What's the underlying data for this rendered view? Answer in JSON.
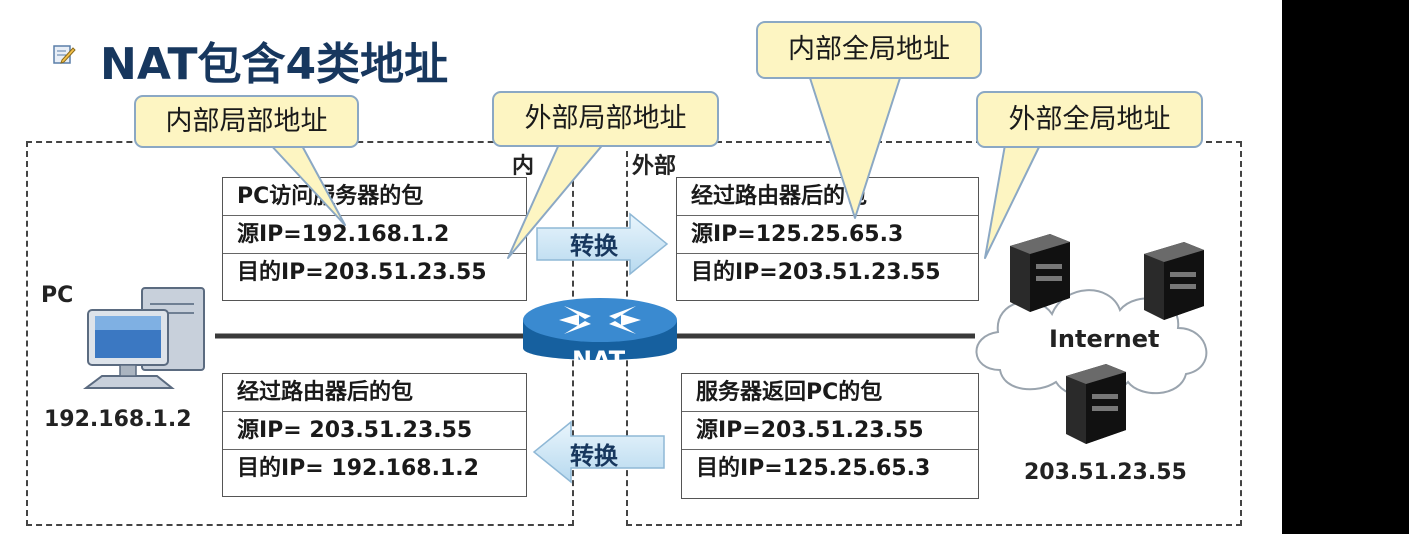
{
  "title": "NAT包含4类地址",
  "icon_names": [
    "notepad-pencil-icon",
    "pc-icon",
    "router-icon",
    "server-icon",
    "cloud-icon"
  ],
  "zones": {
    "inside_label": "内",
    "outside_label": "外部"
  },
  "callouts": {
    "inside_local": "内部局部地址",
    "outside_local": "外部局部地址",
    "inside_global": "内部全局地址",
    "outside_global": "外部全局地址"
  },
  "packets": {
    "pc_to_server": {
      "header": "PC访问服务器的包",
      "src": "源IP=192.168.1.2",
      "dst": "目的IP=203.51.23.55"
    },
    "after_router_out": {
      "header": "经过路由器后的包",
      "src": "源IP=125.25.65.3",
      "dst": "目的IP=203.51.23.55"
    },
    "after_router_in": {
      "header": "经过路由器后的包",
      "src": "源IP= 203.51.23.55",
      "dst": "目的IP= 192.168.1.2"
    },
    "server_to_pc": {
      "header": "服务器返回PC的包",
      "src": "源IP=203.51.23.55",
      "dst": "目的IP=125.25.65.3"
    }
  },
  "arrows": {
    "forward_label": "转换",
    "return_label": "转换"
  },
  "pc": {
    "label": "PC",
    "ip": "192.168.1.2"
  },
  "router": {
    "label": "NAT"
  },
  "internet": {
    "label": "Internet",
    "ip": "203.51.23.55"
  },
  "colors": {
    "title": "#17375e",
    "callout_fill": "#fdf5c2",
    "callout_border": "#8ba8c4",
    "router": "#1f6fb2",
    "arrow_fill": "#cfe6f5"
  }
}
